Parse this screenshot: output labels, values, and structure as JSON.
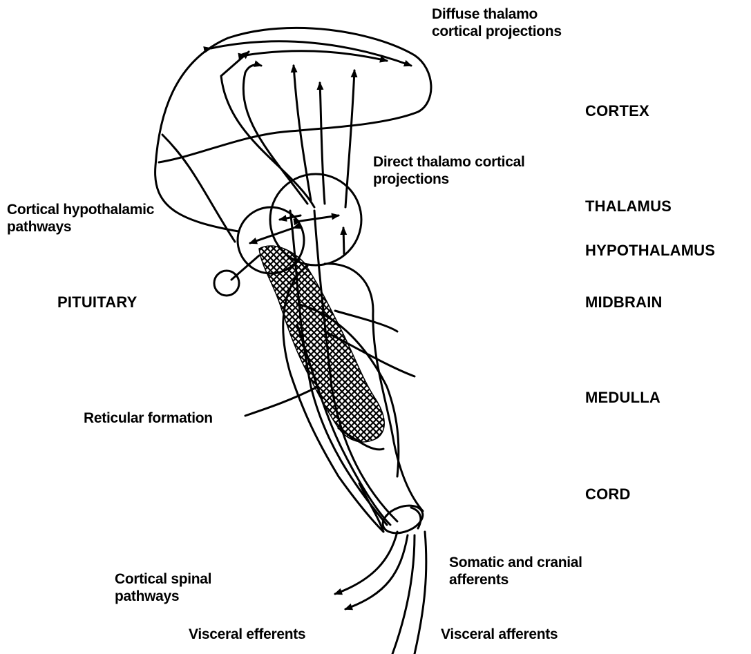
{
  "annotations": {
    "diffuse_projections": "Diffuse thalamo\ncortical projections",
    "direct_projections": "Direct thalamo cortical\nprojections",
    "cortical_hypothalamic": "Cortical hypothalamic\npathways",
    "reticular_formation": "Reticular formation",
    "somatic_cranial_afferents": "Somatic and cranial\nafferents",
    "cortical_spinal": "Cortical spinal\npathways",
    "visceral_efferents": "Visceral efferents",
    "visceral_afferents": "Visceral afferents"
  },
  "regions": {
    "cortex": "CORTEX",
    "thalamus": "THALAMUS",
    "hypothalamus": "HYPOTHALAMUS",
    "pituitary": "PITUITARY",
    "midbrain": "MIDBRAIN",
    "medulla": "MEDULLA",
    "cord": "CORD"
  },
  "colors": {
    "ink": "#000000",
    "background": "#ffffff"
  }
}
